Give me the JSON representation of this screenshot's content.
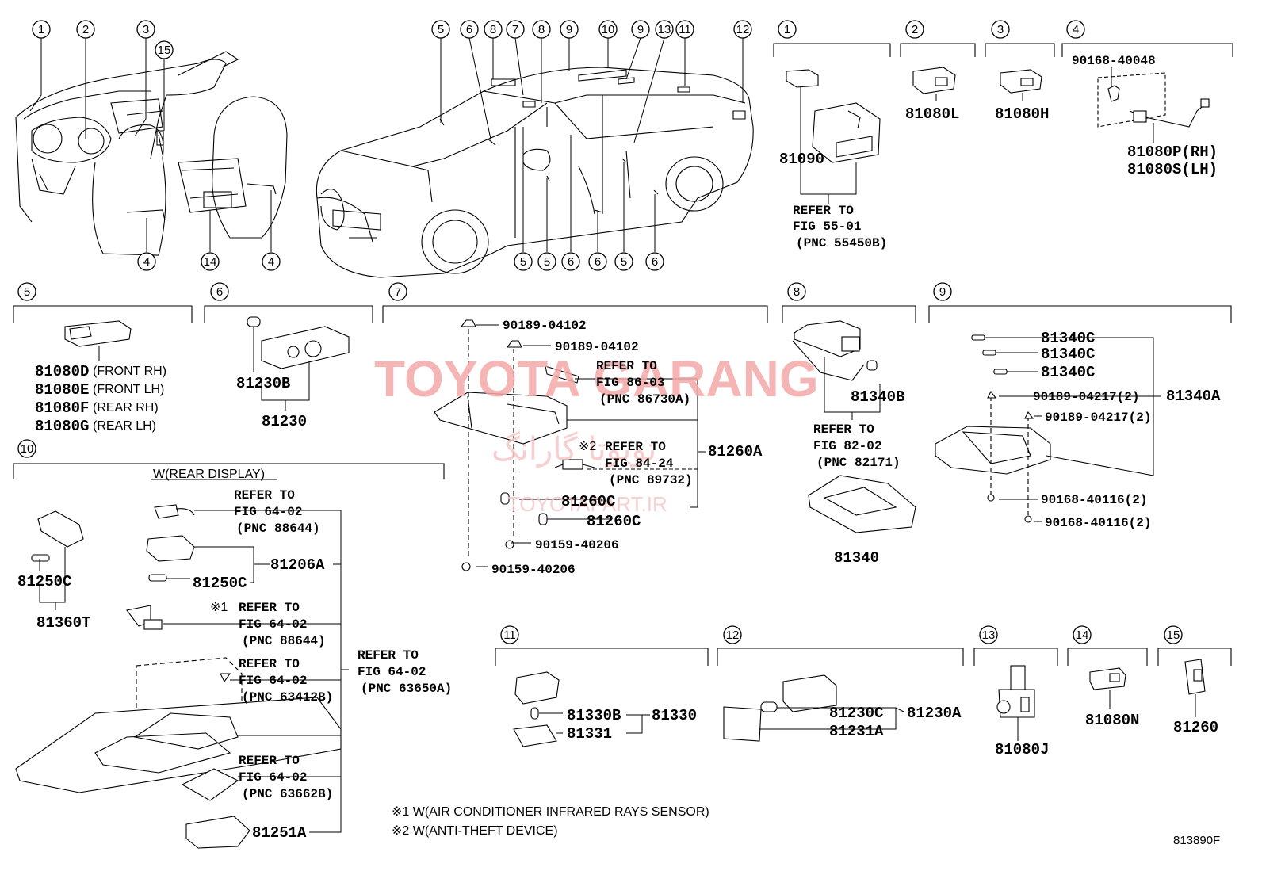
{
  "callouts_overview": [
    "1",
    "2",
    "3",
    "15",
    "4",
    "14",
    "4",
    "5",
    "6",
    "8",
    "7",
    "8",
    "9",
    "10",
    "9",
    "13",
    "11",
    "12",
    "5",
    "5",
    "6",
    "6",
    "5",
    "6"
  ],
  "section_numbers": [
    "1",
    "2",
    "3",
    "4",
    "5",
    "6",
    "7",
    "8",
    "9",
    "10",
    "11",
    "12",
    "13",
    "14",
    "15"
  ],
  "s1": {
    "part_a": "81090",
    "ref_line1": "REFER TO",
    "ref_line2": "FIG 55-01",
    "ref_line3": "(PNC 55450B)"
  },
  "s2": {
    "part": "81080L"
  },
  "s3": {
    "part": "81080H"
  },
  "s4": {
    "screw": "90168-40048",
    "part_rh": "81080P(RH)",
    "part_lh": "81080S(LH)"
  },
  "s5": {
    "rows": [
      {
        "part": "81080D",
        "note": "(FRONT RH)"
      },
      {
        "part": "81080E",
        "note": "(FRONT LH)"
      },
      {
        "part": "81080F",
        "note": "(REAR RH)"
      },
      {
        "part": "81080G",
        "note": "(REAR LH)"
      }
    ]
  },
  "s6": {
    "bulb": "81230B",
    "assy": "81230"
  },
  "s7": {
    "clip1": "90189-04102",
    "clip2": "90189-04102",
    "ref1_l1": "REFER TO",
    "ref1_l2": "FIG 86-03",
    "ref1_l3": "(PNC 86730A)",
    "ref2_mark": "※2",
    "ref2_l1": "REFER TO",
    "ref2_l2": "FIG 84-24",
    "ref2_l3": "(PNC 89732)",
    "assy": "81260A",
    "bulb1": "81260C",
    "bulb2": "81260C",
    "screw1": "90159-40206",
    "screw2": "90159-40206"
  },
  "s8": {
    "bulb": "81340B",
    "ref_l1": "REFER TO",
    "ref_l2": "FIG 82-02",
    "ref_l3": "(PNC 82171)",
    "part": "81340"
  },
  "s9": {
    "bulb1": "81340C",
    "bulb2": "81340C",
    "bulb3": "81340C",
    "clip1": "90189-04217(2)",
    "clip2": "90189-04217(2)",
    "screw1": "90168-40116(2)",
    "screw2": "90168-40116(2)",
    "assy": "81340A"
  },
  "s10": {
    "header": "W(REAR DISPLAY)",
    "ref1_l1": "REFER TO",
    "ref1_l2": "FIG 64-02",
    "ref1_l3": "(PNC 88644)",
    "bulb_left": "81250C",
    "lamp_left": "81360T",
    "assy": "81206A",
    "bulb": "81250C",
    "ref2_mark": "※1",
    "ref2_l1": "REFER TO",
    "ref2_l2": "FIG 64-02",
    "ref2_l3": "(PNC 88644)",
    "ref3_l1": "REFER TO",
    "ref3_l2": "FIG 64-02",
    "ref3_l3": "(PNC 63412B)",
    "ref4_l1": "REFER TO",
    "ref4_l2": "FIG 64-02",
    "ref4_l3": "(PNC 63650A)",
    "ref5_l1": "REFER TO",
    "ref5_l2": "FIG 64-02",
    "ref5_l3": "(PNC 63662B)",
    "lens": "81251A"
  },
  "s11": {
    "bulb": "81330B",
    "assy": "81330",
    "lens": "81331"
  },
  "s12": {
    "bulb": "81230C",
    "assy": "81230A",
    "lens": "81231A"
  },
  "s13": {
    "part": "81080J"
  },
  "s14": {
    "part": "81080N"
  },
  "s15": {
    "part": "81260"
  },
  "footnotes": {
    "n1": "※1 W(AIR CONDITIONER INFRARED RAYS SENSOR)",
    "n2": "※2 W(ANTI-THEFT DEVICE)"
  },
  "figure_code": "813890F",
  "watermark": {
    "main": "TOYOTA GARANG",
    "fa": "تویوتا گارانگ",
    "url": "TOYOTAPART.IR"
  }
}
